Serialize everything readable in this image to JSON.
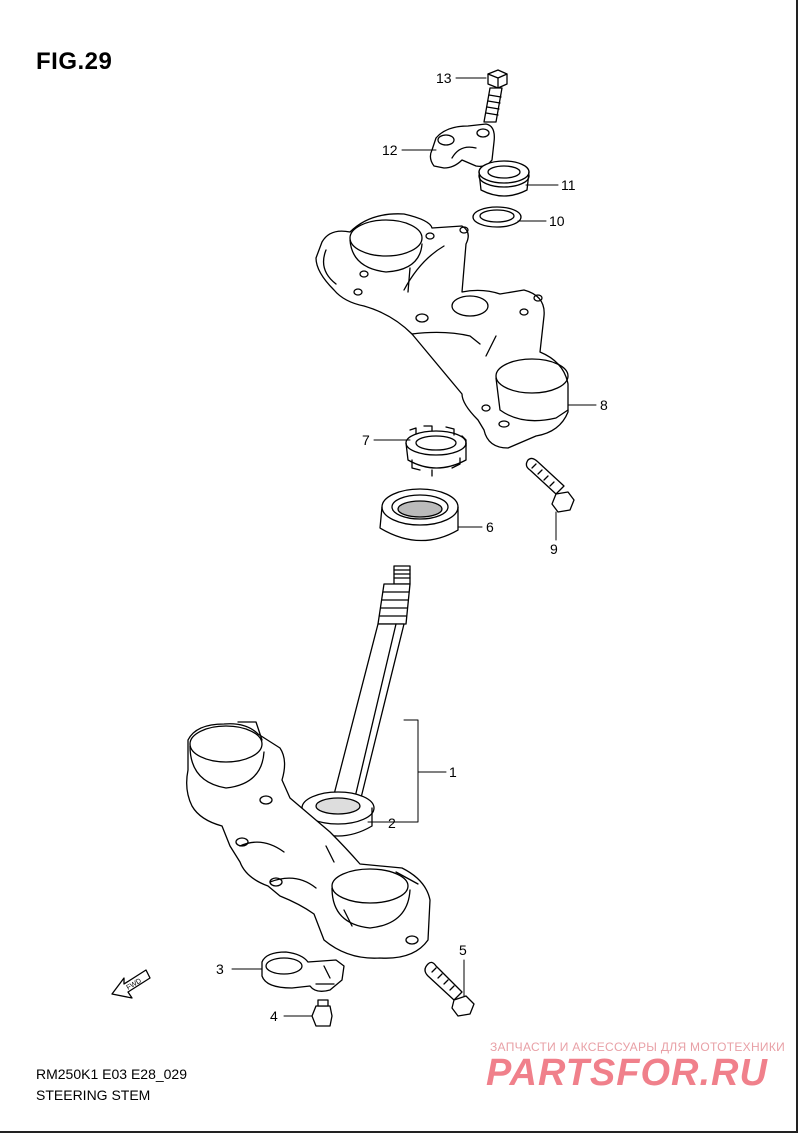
{
  "figure": {
    "title": "FIG.29",
    "code": "RM250K1 E03 E28_029",
    "name": "STEERING STEM"
  },
  "fwd_label": "FWD",
  "callouts": [
    {
      "id": "1",
      "label": "1"
    },
    {
      "id": "2",
      "label": "2"
    },
    {
      "id": "3",
      "label": "3"
    },
    {
      "id": "4",
      "label": "4"
    },
    {
      "id": "5",
      "label": "5"
    },
    {
      "id": "6",
      "label": "6"
    },
    {
      "id": "7",
      "label": "7"
    },
    {
      "id": "8",
      "label": "8"
    },
    {
      "id": "9",
      "label": "9"
    },
    {
      "id": "10",
      "label": "10"
    },
    {
      "id": "11",
      "label": "11"
    },
    {
      "id": "12",
      "label": "12"
    },
    {
      "id": "13",
      "label": "13"
    }
  ],
  "watermark": {
    "tagline": "ЗАПЧАСТИ И АКСЕССУАРЫ ДЛЯ МОТОТЕХНИКИ",
    "logo": "PARTSFOR.RU",
    "color": "#e5192e"
  }
}
